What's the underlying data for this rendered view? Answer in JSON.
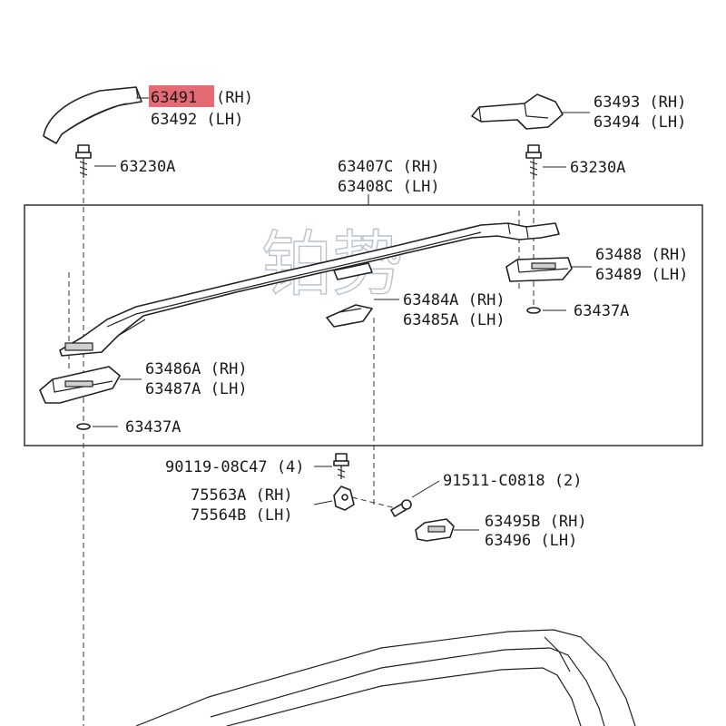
{
  "highlight_color": "#e0505a",
  "watermark": "铂势",
  "labels": {
    "front_cover_rh": "63491",
    "front_cover_rh_suffix": "(RH)",
    "front_cover_lh": "63492 (LH)",
    "rear_cover_rh": "63493 (RH)",
    "rear_cover_lh": "63494 (LH)",
    "bolt_left": "63230A",
    "bolt_right": "63230A",
    "rail_rh": "63407C (RH)",
    "rail_lh": "63408C (LH)",
    "rear_leg_rh": "63488 (RH)",
    "rear_leg_lh": "63489 (LH)",
    "center_leg_rh": "63484A (RH)",
    "center_leg_lh": "63485A (LH)",
    "gasket_right": "63437A",
    "front_leg_rh": "63486A (RH)",
    "front_leg_lh": "63487A (LH)",
    "gasket_left": "63437A",
    "screw_a": "90119-08C47 (4)",
    "screw_b": "91511-C0818 (2)",
    "bracket_rh": "75563A (RH)",
    "bracket_lh": "75564B (LH)",
    "cap_rh": "63495B (RH)",
    "cap_lh": "63496 (LH)"
  }
}
